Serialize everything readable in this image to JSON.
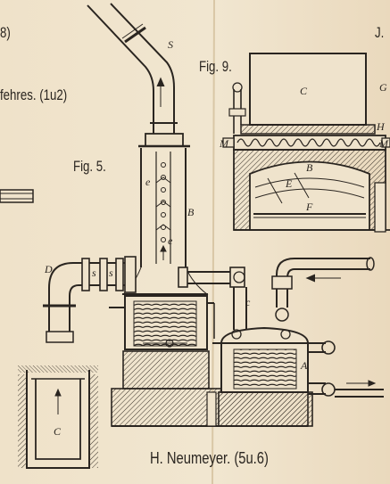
{
  "header": {
    "corner_left": "8)",
    "corner_right": "J.",
    "line_left": "fehres. (1u2)"
  },
  "figures": {
    "fig5": "Fig. 5.",
    "fig9": "Fig. 9."
  },
  "caption": "H. Neumeyer. (5u.6)",
  "parts": {
    "S": "S",
    "B": "B",
    "e1": "e",
    "e2": "e",
    "D": "D",
    "s1": "s",
    "s2": "s",
    "C_lower": "C",
    "c_small": "c",
    "A": "A",
    "C_fig9": "C",
    "H": "H",
    "M_left": "M",
    "M_right": "M",
    "B_fig9": "B",
    "E": "E",
    "F": "F",
    "G": "G"
  }
}
